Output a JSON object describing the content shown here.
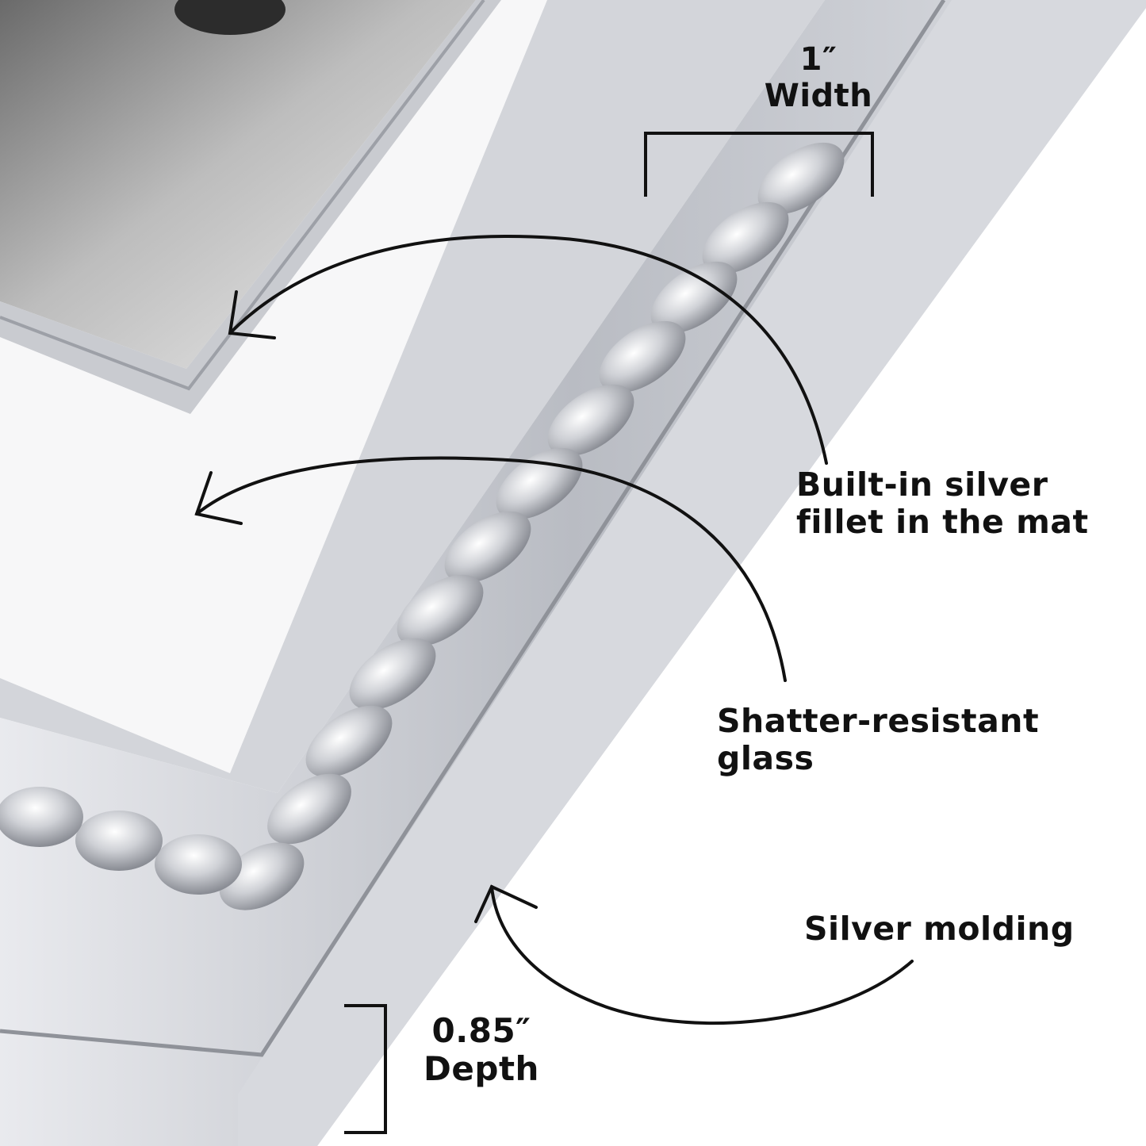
{
  "annotations": {
    "width": {
      "value": "1″",
      "label": "Width"
    },
    "fillet": {
      "line1": "Built-in silver",
      "line2": "fillet in the mat"
    },
    "glass": {
      "line1": "Shatter-resistant",
      "line2": "glass"
    },
    "molding": {
      "label": "Silver molding"
    },
    "depth": {
      "value": "0.85″",
      "label": "Depth"
    }
  },
  "colors": {
    "background": "#ffffff",
    "mat": "#f7f7f8",
    "frame_silver": "#c4c6cc",
    "frame_shadow": "#8f9299",
    "text": "#111111"
  },
  "icons": [
    "curved-arrow-icon",
    "dimension-bracket-icon"
  ]
}
